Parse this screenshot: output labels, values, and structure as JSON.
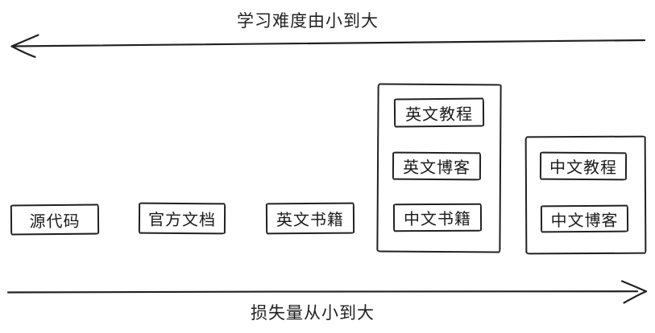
{
  "colors": {
    "stroke": "#212121",
    "background": "#ffffff",
    "text": "#1b1b1b"
  },
  "axes": {
    "top_label": "学习难度由小到大",
    "top_arrow_direction": "left",
    "bottom_label": "损失量从小到大",
    "bottom_arrow_direction": "right"
  },
  "nodes": [
    {
      "label": "源代码"
    },
    {
      "label": "官方文档"
    },
    {
      "label": "英文书籍"
    }
  ],
  "groups": [
    {
      "items": [
        {
          "label": "英文教程"
        },
        {
          "label": "英文博客"
        },
        {
          "label": "中文书籍"
        }
      ]
    },
    {
      "items": [
        {
          "label": "中文教程"
        },
        {
          "label": "中文博客"
        }
      ]
    }
  ]
}
